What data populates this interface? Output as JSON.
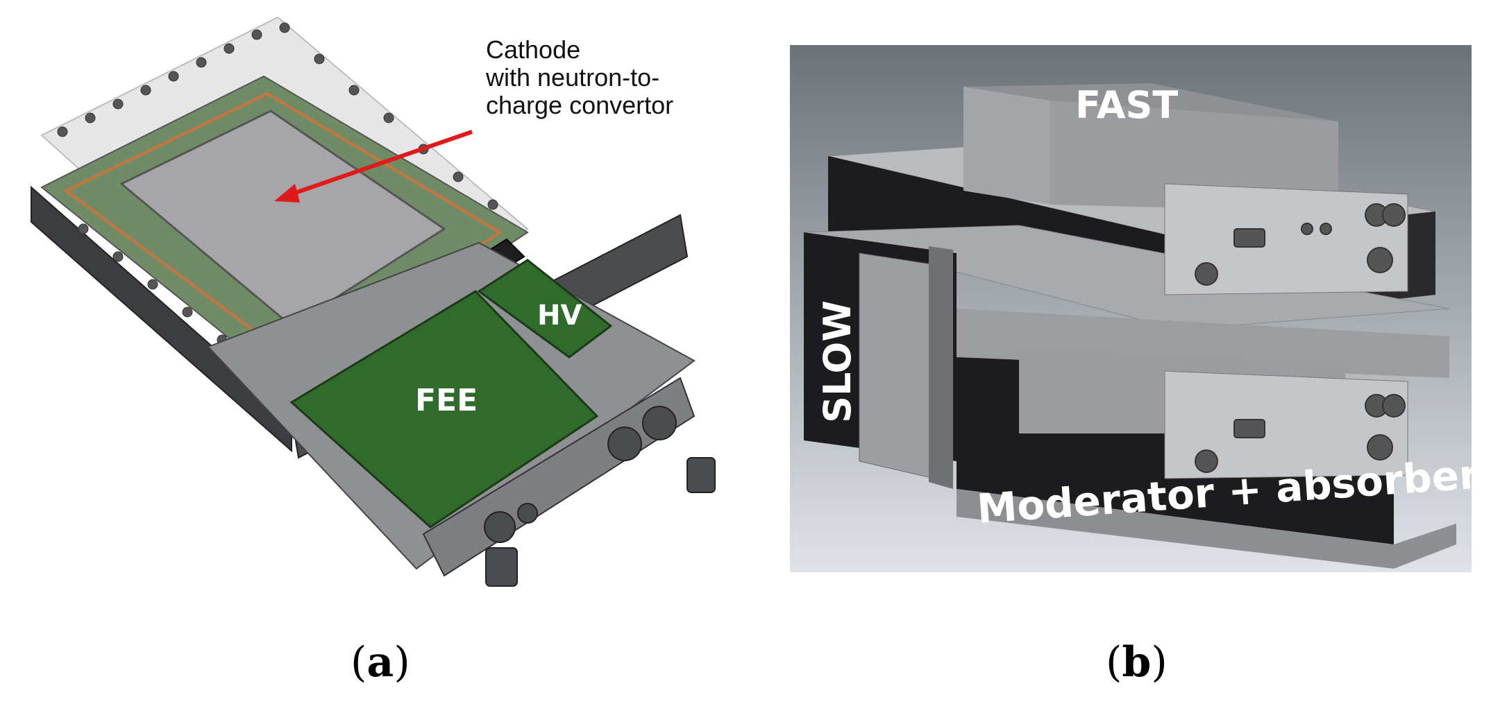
{
  "panel_a": {
    "label_paren_open": "(",
    "label_letter": "a",
    "label_paren_close": ")",
    "callout_lines": [
      "Cathode",
      "with neutron-to-",
      "charge convertor"
    ],
    "label_fee": "FEE",
    "label_hv": "HV",
    "arrow_color": "#e0191b",
    "board_color": "#2f6b2b"
  },
  "panel_b": {
    "label_paren_open": "(",
    "label_letter": "b",
    "label_paren_close": ")",
    "label_fast": "FAST",
    "label_slow": "SLOW",
    "label_moderator": "Moderator + absorber",
    "module_color": "#a9aaae",
    "moderator_color": "#1c1c1e"
  }
}
